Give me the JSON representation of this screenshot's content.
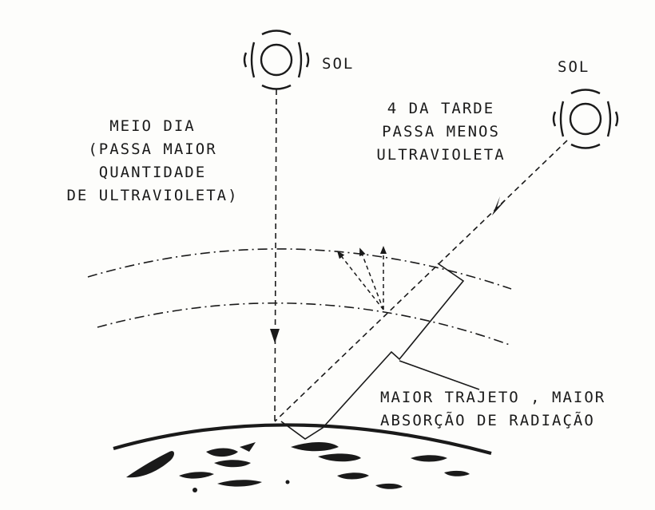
{
  "labels": {
    "sun_noon": "SOL",
    "sun_afternoon": "SOL",
    "noon_lines": [
      "MEIO DIA",
      "(PASSA MAIOR",
      "QUANTIDADE",
      "DE ULTRAVIOLETA)"
    ],
    "afternoon_lines": [
      "4 DA TARDE",
      "PASSA MENOS",
      "ULTRAVIOLETA"
    ],
    "path_lines": [
      "MAIOR TRAJETO , MAIOR",
      "ABSORÇÃO DE RADIAÇÃO"
    ]
  },
  "colors": {
    "ink": "#1a1a1a",
    "paper": "#fdfdfb"
  }
}
